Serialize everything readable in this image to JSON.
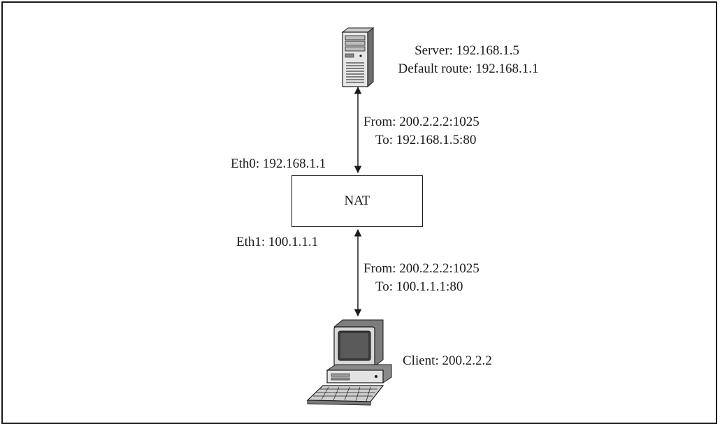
{
  "server": {
    "icon": "server-tower-icon",
    "line1": "Server: 192.168.1.5",
    "line2": "Default route: 192.168.1.1"
  },
  "link_top": {
    "from": "From: 200.2.2.2:1025",
    "to": "To: 192.168.1.5:80"
  },
  "nat": {
    "label": "NAT",
    "eth0": "Eth0: 192.168.1.1",
    "eth1": "Eth1: 100.1.1.1"
  },
  "link_bottom": {
    "from": "From: 200.2.2.2:1025",
    "to": "To: 100.1.1.1:80"
  },
  "client": {
    "icon": "desktop-computer-icon",
    "label": "Client: 200.2.2.2"
  },
  "colors": {
    "stroke": "#1a1a1a",
    "background": "#ffffff"
  }
}
